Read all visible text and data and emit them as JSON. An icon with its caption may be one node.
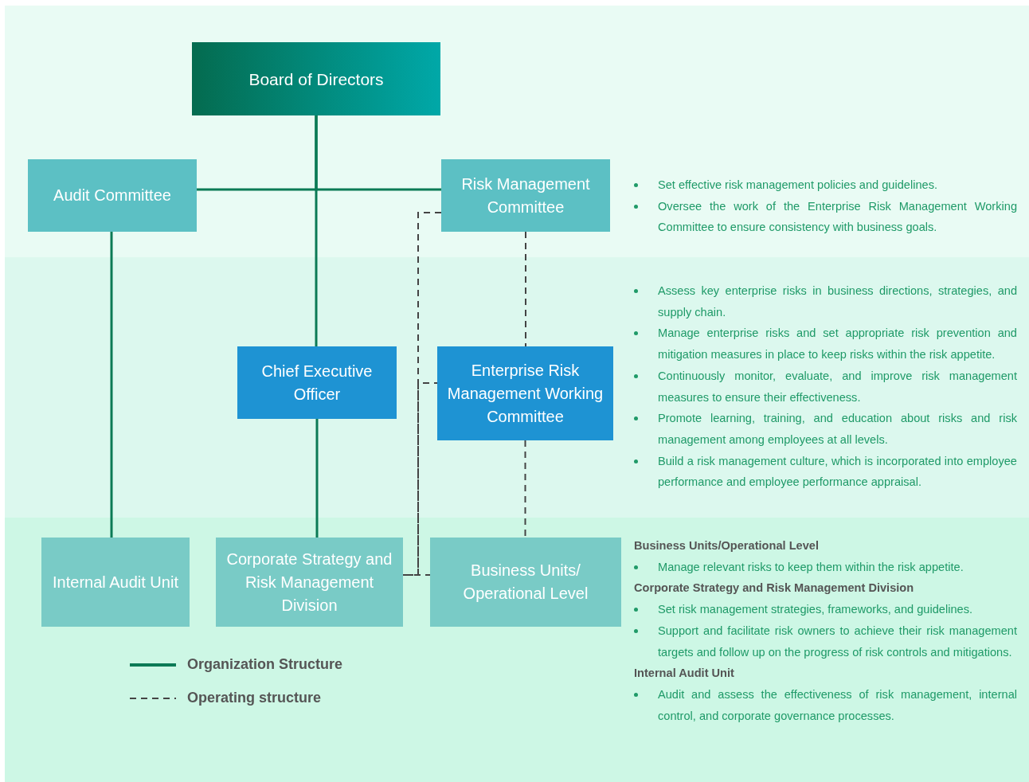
{
  "diagram": {
    "nodes": [
      {
        "text": [
          "Board of Directors"
        ]
      },
      {
        "text": [
          "Audit Committee"
        ]
      },
      {
        "text": [
          "Risk Management Committee"
        ]
      },
      {
        "text": [
          "Chief Executive Officer"
        ]
      },
      {
        "text": [
          "Enterprise Risk Management Working Committee"
        ]
      },
      {
        "text": [
          "Internal Audit Unit"
        ]
      },
      {
        "text": [
          "Corporate Strategy and Risk Management Division"
        ]
      },
      {
        "text": [
          "Business Units/ Operational Level"
        ]
      }
    ],
    "edges": [
      {
        "from": 0,
        "to": 1,
        "arrow": "none"
      },
      {
        "from": 0,
        "to": 2,
        "arrow": "none"
      },
      {
        "from": 0,
        "to": 3,
        "arrow": "none"
      },
      {
        "from": 1,
        "to": 5,
        "arrow": "none"
      },
      {
        "from": 3,
        "to": 6,
        "arrow": "none"
      },
      {
        "from": 2,
        "to": 4,
        "arrow": "none",
        "style": "dashed",
        "color": "#444444"
      },
      {
        "from": 4,
        "to": 7,
        "arrow": "none",
        "style": "dashed",
        "color": "#444444"
      },
      {
        "from": 2,
        "to": 6,
        "arrow": "none",
        "style": "dashed",
        "color": "#444444"
      },
      {
        "from": 6,
        "to": 4,
        "arrow": "none",
        "style": "dashed",
        "color": "#444444"
      },
      {
        "from": 6,
        "to": 7,
        "arrow": "none",
        "style": "dashed",
        "color": "#444444"
      }
    ],
    "labels": [
      "Set effective risk management policies and guidelines.",
      "Oversee the work of the Enterprise Risk Management Working Committee to ensure consistency with business goals.",
      "Assess key enterprise risks in business directions, strategies, and supply chain.",
      "Manage enterprise risks and set appropriate risk prevention and mitigation measures in place to keep risks within the risk appetite.",
      "Continuously monitor, evaluate, and improve risk management measures to ensure their effectiveness.",
      "Promote learning, training, and education about risks and risk management among employees at all levels.",
      "Build a risk management culture, which is incorporated into employee performance and employee performance appraisal.",
      "Business Units/Operational Level",
      "Manage relevant risks to keep them within the risk appetite.",
      "Corporate Strategy and Risk Management Division",
      "Set risk management strategies, frameworks, and guidelines.",
      "Support and facilitate risk owners to achieve their risk management targets and follow up on the progress of risk controls and mitigations.",
      "Internal Audit Unit",
      "Audit and assess the effectiveness of risk management, internal control, and corporate governance processes."
    ],
    "legend": [
      {
        "text": "Organization Structure"
      },
      {
        "text": "Operating structure"
      }
    ]
  }
}
